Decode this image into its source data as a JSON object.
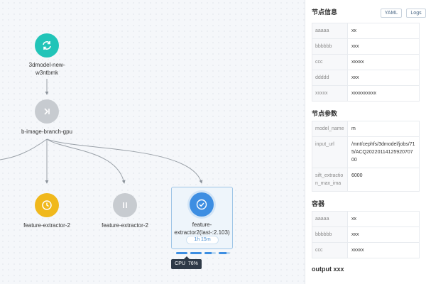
{
  "dag": {
    "nodes": [
      {
        "id": "n1",
        "label": "3dmodel-new-w3ntbmk",
        "status": "running",
        "icon": "sync-icon",
        "color": "#21c4b8"
      },
      {
        "id": "n2",
        "label": "b-image-branch-gpu",
        "status": "skipped",
        "icon": "skip-icon",
        "color": "#c7cbd0"
      },
      {
        "id": "n3",
        "label": "feature-extractor-2",
        "status": "pending",
        "icon": "clock-icon",
        "color": "#f0b81c"
      },
      {
        "id": "n4",
        "label": "feature-extractor-2",
        "status": "paused",
        "icon": "pause-icon",
        "color": "#c7cbd0"
      },
      {
        "id": "n5",
        "label": "feature-extractor2(last-:2.103)",
        "status": "succeeded",
        "icon": "check-icon",
        "color": "#3d8ee2",
        "selected": true,
        "duration": "1h  15m"
      }
    ],
    "progress": [
      1.0,
      1.0,
      0.6,
      0.7
    ],
    "tooltip": {
      "label": "CPU",
      "value": "76%"
    }
  },
  "panel": {
    "node_info": {
      "title": "节点信息",
      "yaml_button": "YAML",
      "logs_button": "Logs",
      "rows": [
        {
          "key": "aaaaa",
          "value": "xx"
        },
        {
          "key": "bbbbbb",
          "value": "xxx"
        },
        {
          "key": "ccc",
          "value": "xxxxx"
        },
        {
          "key": "ddddd",
          "value": "xxx"
        },
        {
          "key": "xxxxx",
          "value": "xxxxxxxxxx"
        }
      ]
    },
    "node_params": {
      "title": "节点参数",
      "rows": [
        {
          "key": "model_name",
          "value": "m"
        },
        {
          "key": "input_url",
          "value": "/mnt/cephfs/3dmodel/jobs/715/ACQ2022011412592070700"
        },
        {
          "key": "sift_extraction_max_ima",
          "value": "6000"
        }
      ]
    },
    "container": {
      "title": "容器",
      "rows": [
        {
          "key": "aaaaa",
          "value": "xx"
        },
        {
          "key": "bbbbbb",
          "value": "xxx"
        },
        {
          "key": "ccc",
          "value": "xxxxx"
        }
      ]
    },
    "output": {
      "title": "output xxx"
    }
  }
}
